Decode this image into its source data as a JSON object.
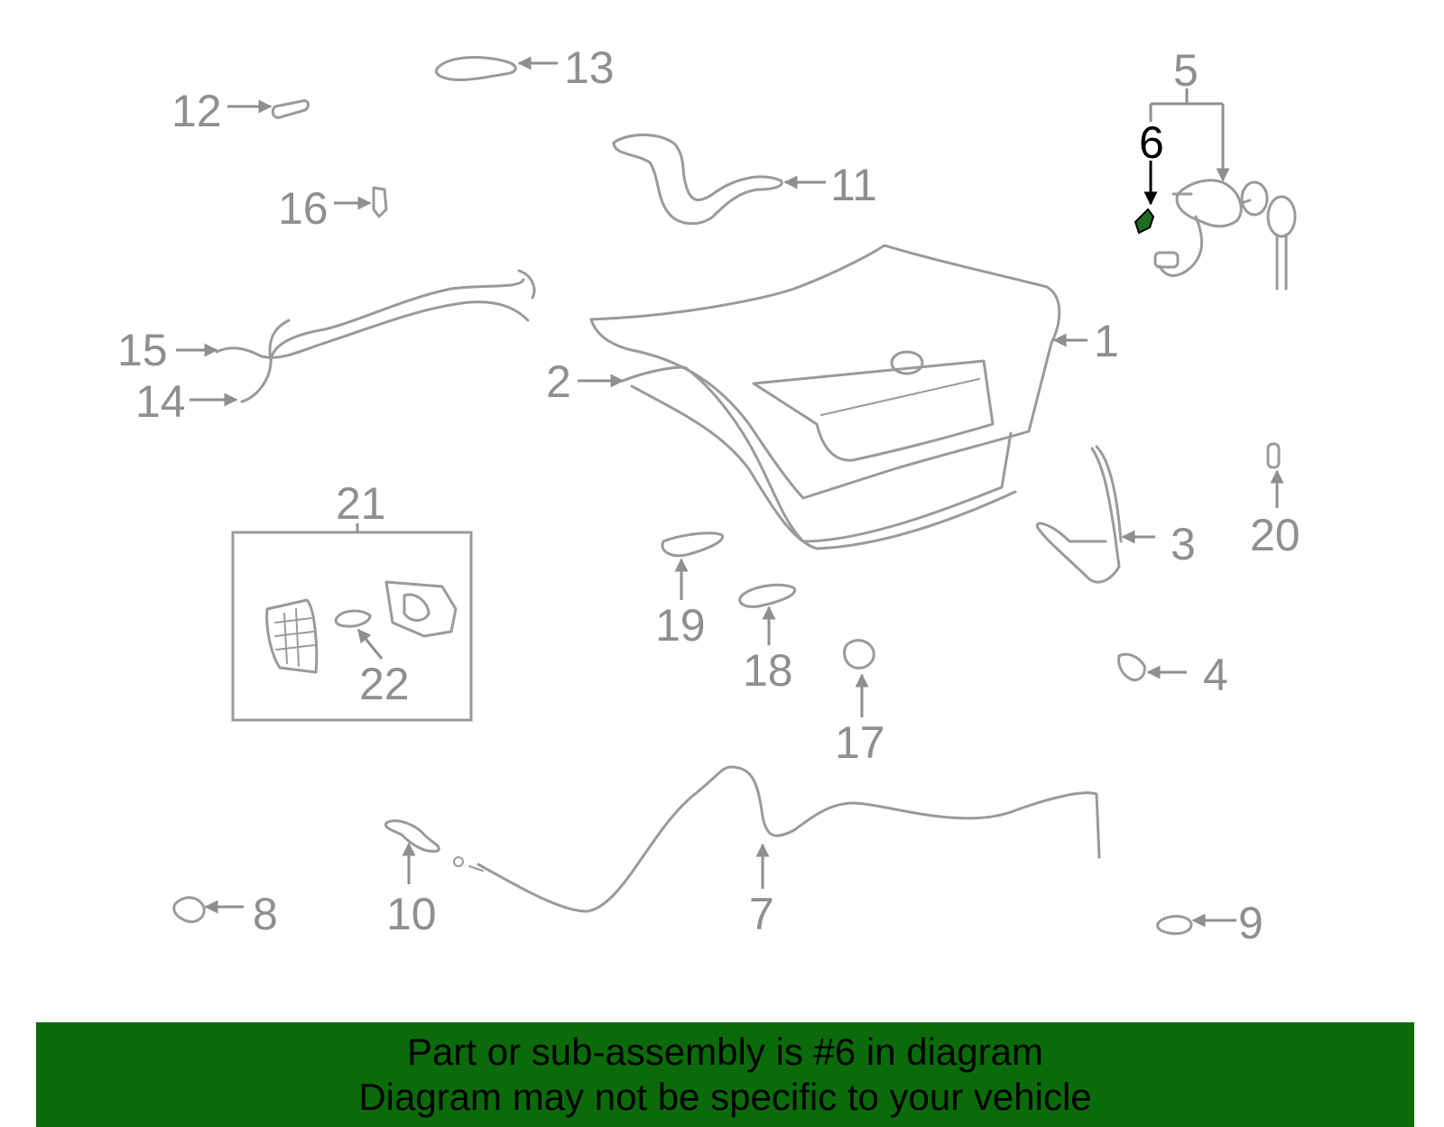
{
  "diagram": {
    "callouts": [
      "1",
      "2",
      "3",
      "4",
      "5",
      "6",
      "7",
      "8",
      "9",
      "10",
      "11",
      "12",
      "13",
      "14",
      "15",
      "16",
      "17",
      "18",
      "19",
      "20",
      "21",
      "22"
    ],
    "highlighted_part": "6",
    "highlight_color": "#1f6b1f"
  },
  "banner": {
    "line1": "Part or sub-assembly is #6 in diagram",
    "line2": "Diagram may not be specific to your vehicle",
    "background": "#0b6b0b"
  }
}
